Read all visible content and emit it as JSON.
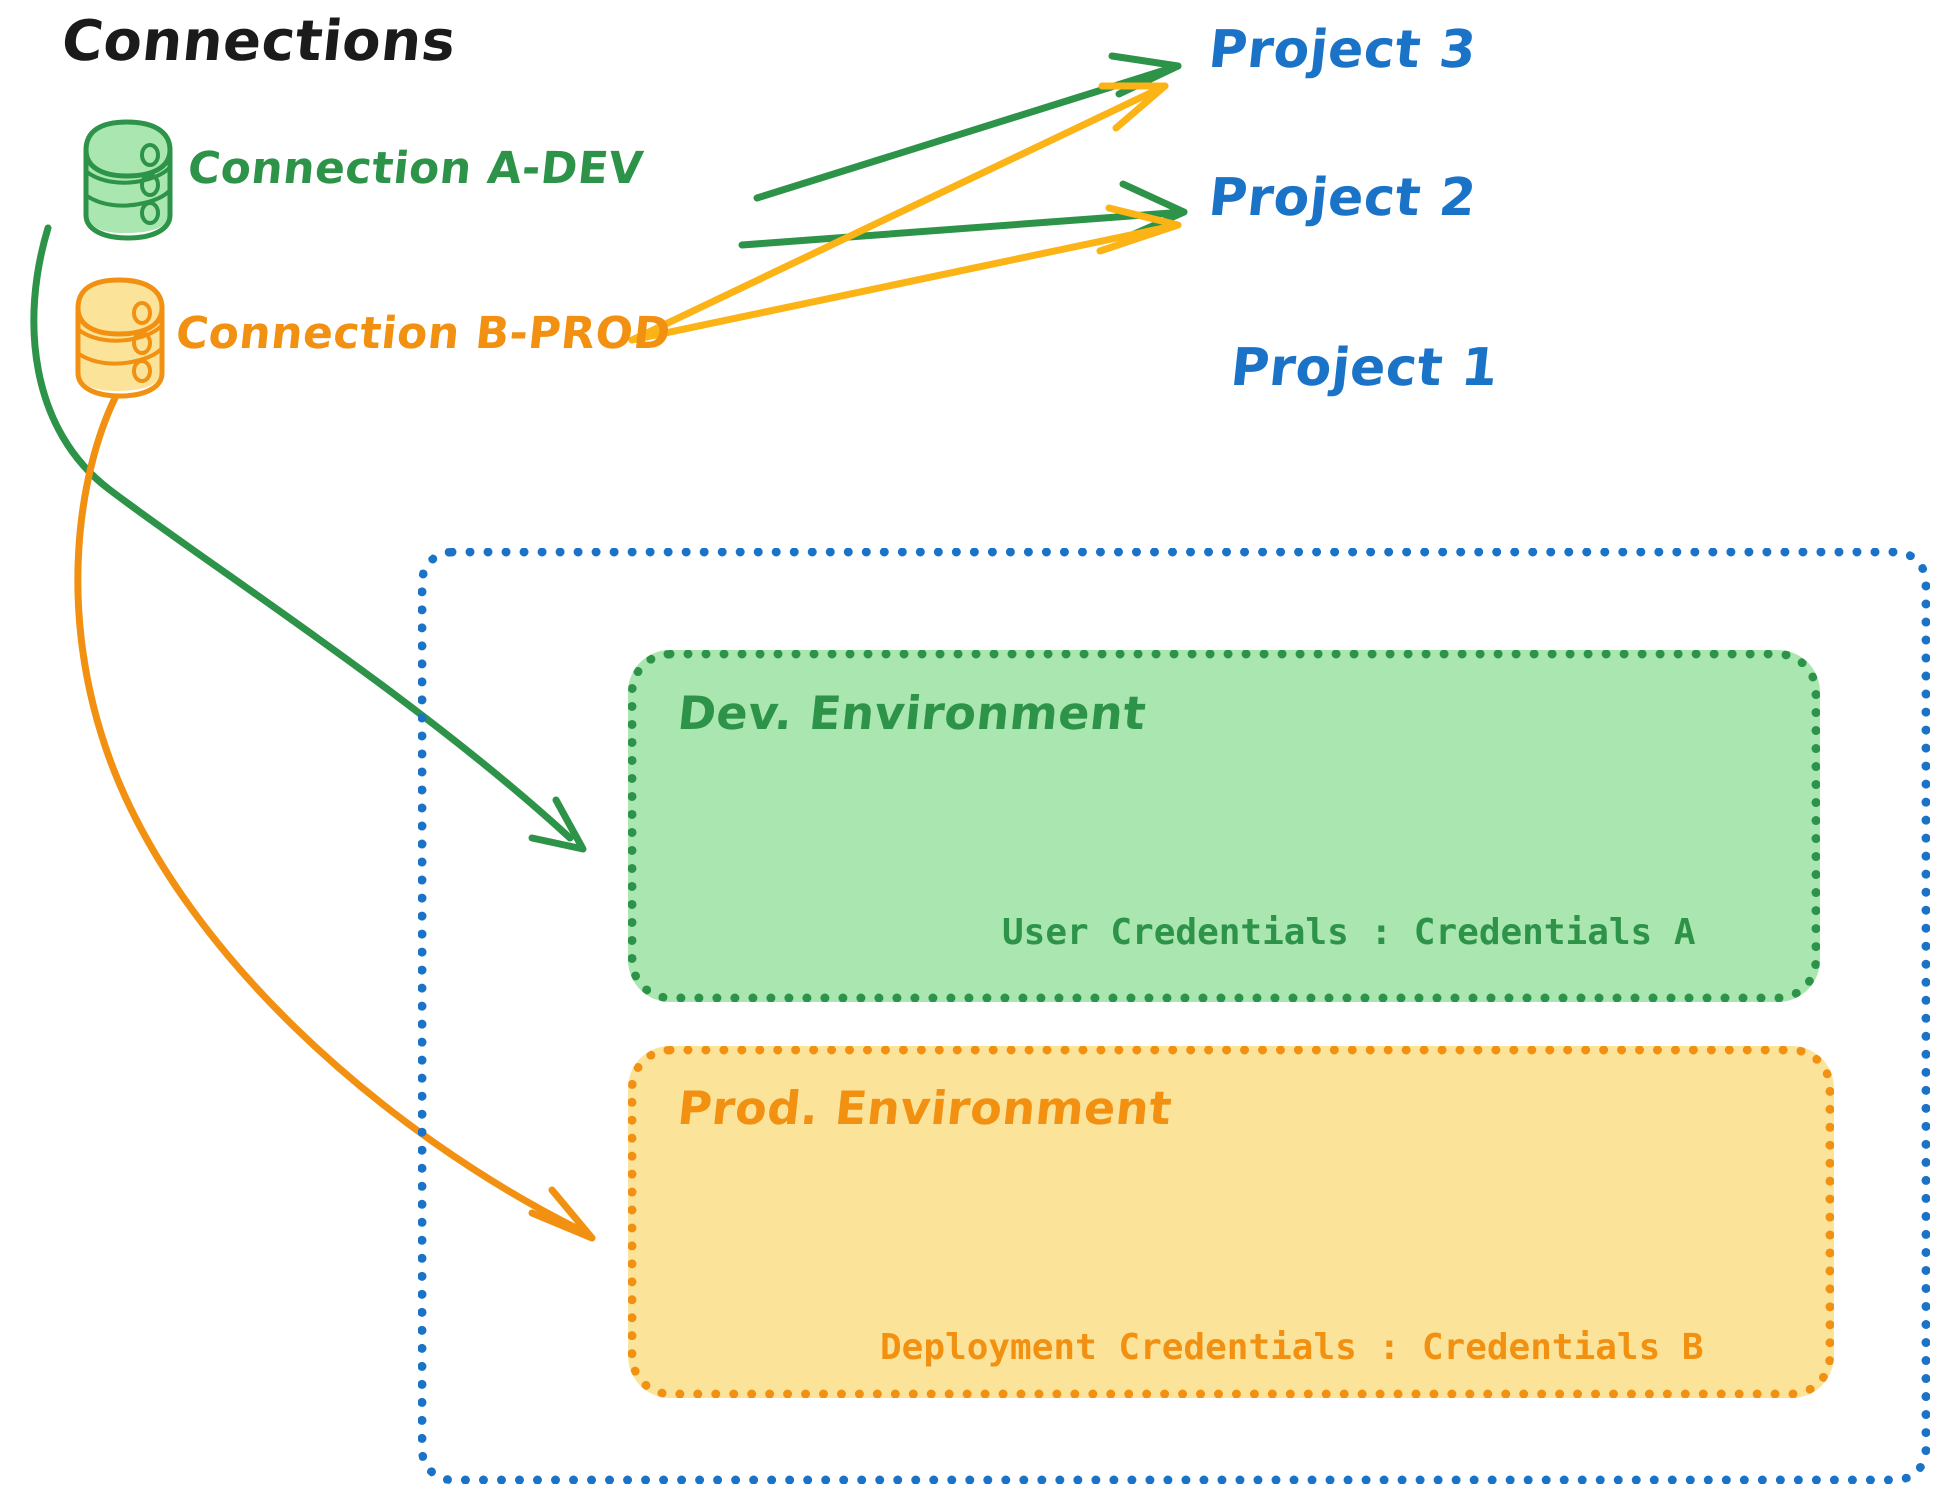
{
  "diagram": {
    "title": "Connections",
    "connections": [
      {
        "name": "Connection A-DEV",
        "icon": "database-cylinder-icon",
        "color": "#2d9348"
      },
      {
        "name": "Connection B-PROD",
        "icon": "database-cylinder-icon",
        "color": "#f29111"
      }
    ],
    "projects": [
      {
        "label": "Project 3",
        "color": "#1a73c7"
      },
      {
        "label": "Project 2",
        "color": "#1a73c7"
      },
      {
        "label": "Project 1",
        "color": "#1a73c7"
      }
    ],
    "project1_container": {
      "label": "Project 1",
      "border_color": "#1a73c7",
      "environments": [
        {
          "title": "Dev. Environment",
          "credentials": "User Credentials : Credentials A",
          "color": "#2d9348",
          "fill": "#a9e6b0"
        },
        {
          "title": "Prod. Environment",
          "credentials": "Deployment Credentials : Credentials B",
          "color": "#f29111",
          "fill": "#fbe49a"
        }
      ]
    },
    "edges": [
      {
        "from": "Connection A-DEV",
        "to": "Project 3",
        "color": "#2d9348",
        "style": "straight-arrow"
      },
      {
        "from": "Connection A-DEV",
        "to": "Project 2",
        "color": "#2d9348",
        "style": "straight-arrow"
      },
      {
        "from": "Connection A-DEV",
        "to": "Dev. Environment",
        "color": "#2d9348",
        "style": "curved-arrow"
      },
      {
        "from": "Connection B-PROD",
        "to": "Project 3",
        "color": "#fbb316",
        "style": "straight-arrow"
      },
      {
        "from": "Connection B-PROD",
        "to": "Project 2",
        "color": "#fbb316",
        "style": "straight-arrow"
      },
      {
        "from": "Connection B-PROD",
        "to": "Prod. Environment",
        "color": "#f29111",
        "style": "curved-arrow"
      }
    ],
    "colors": {
      "green": "#2d9348",
      "green_fill": "#a9e6b0",
      "orange": "#f29111",
      "orange_fill": "#fbe49a",
      "amber_arrow": "#fbb316",
      "blue": "#1a73c7",
      "ink": "#1b1b1b",
      "background": "#ffffff"
    }
  }
}
